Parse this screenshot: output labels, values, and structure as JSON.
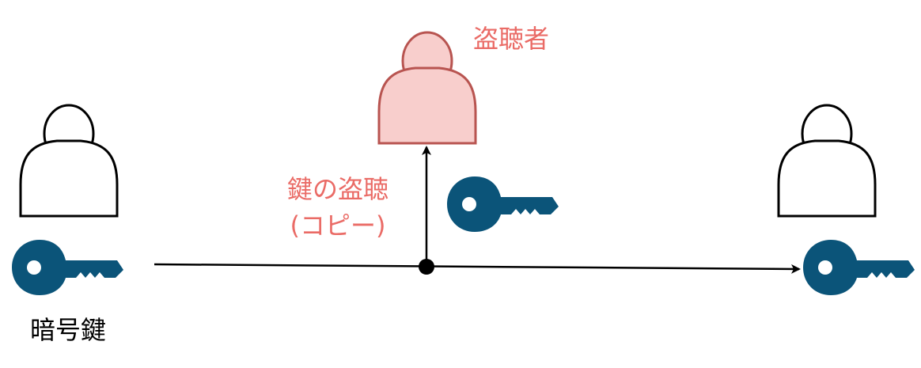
{
  "diagram": {
    "type": "key-eavesdropping-illustration",
    "colors": {
      "key": "#0b5479",
      "eavesdropper_fill": "#f8cecc",
      "eavesdropper_stroke": "#b85450",
      "eavesdropper_text": "#ea6b66",
      "person_stroke": "#000000",
      "arrow": "#000000",
      "text": "#000000"
    },
    "nodes": {
      "sender": {
        "role": "sender",
        "icon": "person-icon"
      },
      "receiver": {
        "role": "receiver",
        "icon": "person-icon"
      },
      "eavesdropper": {
        "role": "eavesdropper",
        "icon": "person-icon",
        "label": "盗聴者"
      },
      "sender_key": {
        "icon": "key-icon",
        "label": "暗号鍵"
      },
      "copied_key": {
        "icon": "key-icon"
      },
      "receiver_key": {
        "icon": "key-icon"
      }
    },
    "edges": [
      {
        "from": "sender_key",
        "to": "receiver_key",
        "style": "arrow"
      },
      {
        "from": "junction",
        "to": "eavesdropper",
        "style": "arrow",
        "label_line1": "鍵の盗聴",
        "label_line2": "(コピー)"
      }
    ]
  }
}
